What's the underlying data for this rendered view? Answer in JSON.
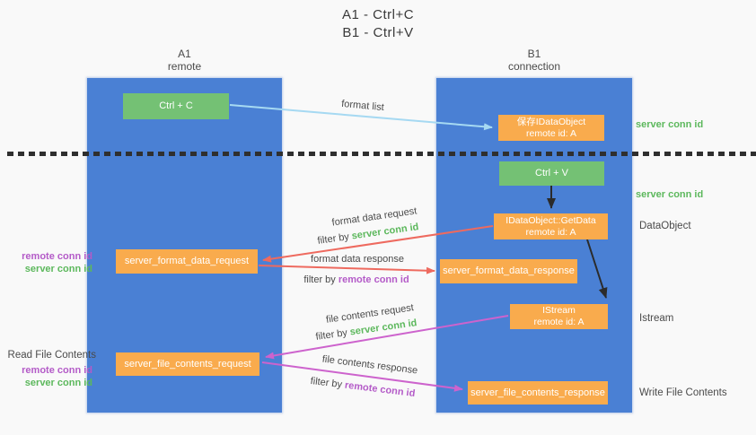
{
  "title": {
    "line1": "A1 - Ctrl+C",
    "line2": "B1 - Ctrl+V"
  },
  "columns": {
    "left": {
      "name": "A1",
      "subtitle": "remote"
    },
    "right": {
      "name": "B1",
      "subtitle": "connection"
    }
  },
  "boxes": {
    "ctrl_c": {
      "label": "Ctrl + C"
    },
    "ctrl_v": {
      "label": "Ctrl + V"
    },
    "save_dataobject": {
      "line1": "保存IDataObject",
      "line2": "remote id: A"
    },
    "getdata": {
      "line1": "IDataObject::GetData",
      "line2": "remote id: A"
    },
    "istream": {
      "line1": "IStream",
      "line2": "remote id: A"
    },
    "server_format_data_request": {
      "label": "server_format_data_request"
    },
    "server_format_data_response": {
      "label": "server_format_data_response"
    },
    "server_file_contents_request": {
      "label": "server_file_contents_request"
    },
    "server_file_contents_response": {
      "label": "server_file_contents_response"
    }
  },
  "annotations": {
    "server_conn_id_top": "server conn id",
    "server_conn_id_mid": "server conn id",
    "dataobject": "DataObject",
    "istream": "Istream",
    "read_file_contents": "Read File Contents",
    "write_file_contents": "Write File Contents",
    "left_pair1": {
      "remote": "remote conn id",
      "server": "server conn id"
    },
    "left_pair2": {
      "remote": "remote conn id",
      "server": "server conn id"
    }
  },
  "arrow_labels": {
    "format_list": "format list",
    "format_data_request": "format data request",
    "format_data_response": "format data response",
    "file_contents_request": "file contents request",
    "file_contents_response": "file contents response",
    "filter_prefix": "filter by ",
    "server_conn_id": "server conn id",
    "remote_conn_id": "remote conn id"
  },
  "colors": {
    "column_blue": "#4a80d4",
    "box_green": "#74c174",
    "box_orange": "#f9ab4d",
    "arrow_light_blue": "#a6d9f2",
    "arrow_red": "#ee6a5f",
    "arrow_magenta": "#cd63cd",
    "arrow_black": "#2b2b2b",
    "text_green": "#5cb85c",
    "text_purple": "#b45bc8"
  }
}
